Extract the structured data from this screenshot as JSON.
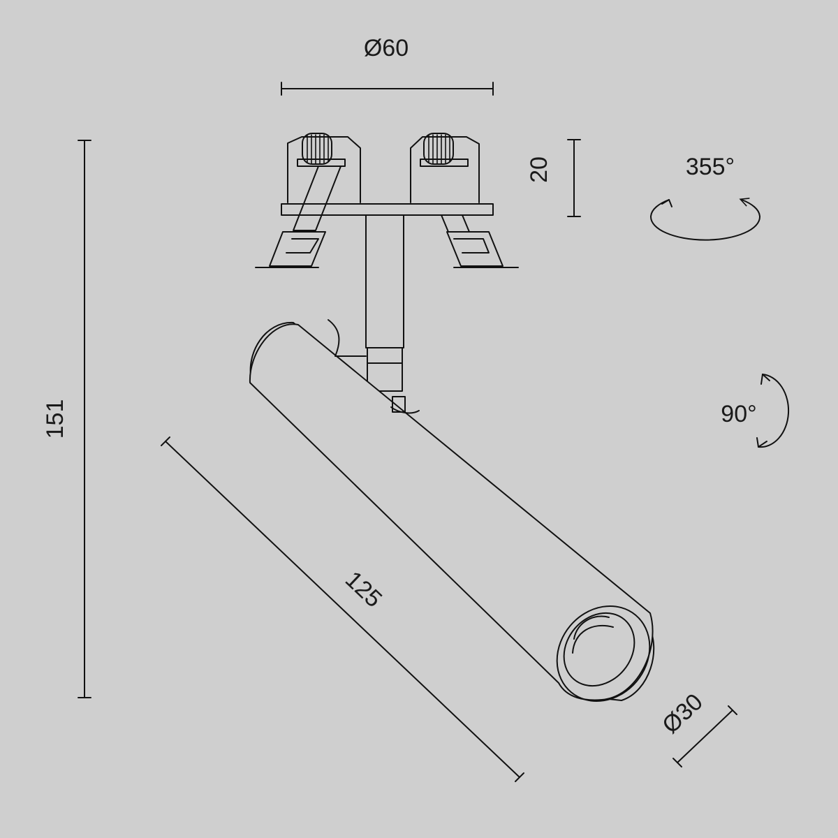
{
  "dimensions": {
    "mount_diameter": "Ø60",
    "mount_height": "20",
    "total_height": "151",
    "body_length": "125",
    "body_diameter": "Ø30"
  },
  "rotation": {
    "horizontal": "355°",
    "vertical": "90°"
  },
  "colors": {
    "background": "#cfcfcf",
    "line": "#111111"
  }
}
